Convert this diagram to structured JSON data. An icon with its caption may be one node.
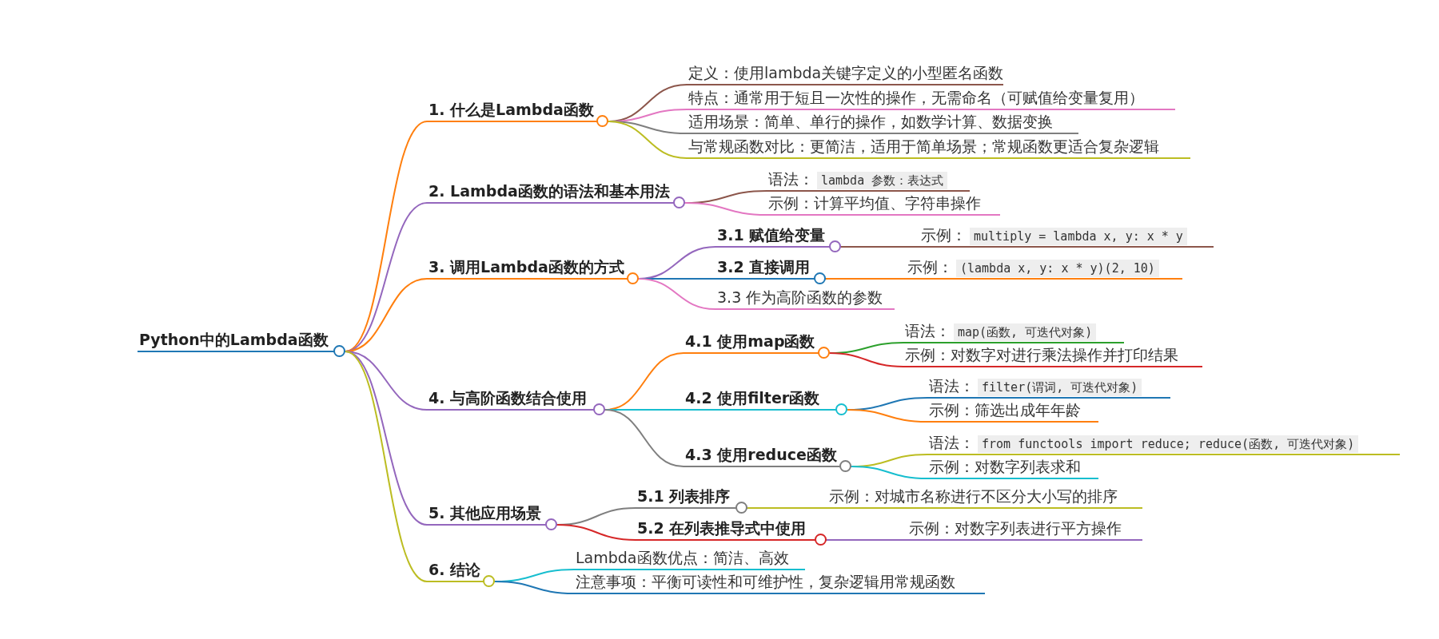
{
  "diagram": {
    "nodes": [
      {
        "text": [
          "Python中的Lambda函数"
        ]
      },
      {
        "text": [
          "1. 什么是Lambda函数"
        ]
      },
      {
        "text": [
          "定义：使用lambda关键字定义的小型匿名函数"
        ]
      },
      {
        "text": [
          "特点：通常用于短且一次性的操作，无需命名（可赋值给变量复用）"
        ]
      },
      {
        "text": [
          "适用场景：简单、单行的操作，如数学计算、数据变换"
        ]
      },
      {
        "text": [
          "与常规函数对比：更简洁，适用于简单场景；常规函数更适合复杂逻辑"
        ]
      },
      {
        "text": [
          "2. Lambda函数的语法和基本用法"
        ]
      },
      {
        "text": [
          "语法：",
          "lambda 参数：表达式"
        ]
      },
      {
        "text": [
          "示例：计算平均值、字符串操作"
        ]
      },
      {
        "text": [
          "3. 调用Lambda函数的方式"
        ]
      },
      {
        "text": [
          "3.1 赋值给变量"
        ]
      },
      {
        "text": [
          "示例：",
          "multiply = lambda x, y: x * y"
        ]
      },
      {
        "text": [
          "3.2 直接调用"
        ]
      },
      {
        "text": [
          "示例：",
          "(lambda x, y: x * y)(2, 10)"
        ]
      },
      {
        "text": [
          "3.3 作为高阶函数的参数"
        ]
      },
      {
        "text": [
          "4. 与高阶函数结合使用"
        ]
      },
      {
        "text": [
          "4.1 使用map函数"
        ]
      },
      {
        "text": [
          "语法：",
          "map(函数, 可迭代对象)"
        ]
      },
      {
        "text": [
          "示例：对数字对进行乘法操作并打印结果"
        ]
      },
      {
        "text": [
          "4.2 使用filter函数"
        ]
      },
      {
        "text": [
          "语法：",
          "filter(谓词, 可迭代对象)"
        ]
      },
      {
        "text": [
          "示例：筛选出成年年龄"
        ]
      },
      {
        "text": [
          "4.3 使用reduce函数"
        ]
      },
      {
        "text": [
          "语法：",
          "from functools import reduce; reduce(函数, 可迭代对象)"
        ]
      },
      {
        "text": [
          "示例：对数字列表求和"
        ]
      },
      {
        "text": [
          "5. 其他应用场景"
        ]
      },
      {
        "text": [
          "5.1 列表排序"
        ]
      },
      {
        "text": [
          "示例：对城市名称进行不区分大小写的排序"
        ]
      },
      {
        "text": [
          "5.2 在列表推导式中使用"
        ]
      },
      {
        "text": [
          "示例：对数字列表进行平方操作"
        ]
      },
      {
        "text": [
          "6. 结论"
        ]
      },
      {
        "text": [
          "Lambda函数优点：简洁、高效"
        ]
      },
      {
        "text": [
          "注意事项：平衡可读性和可维护性，复杂逻辑用常规函数"
        ]
      }
    ],
    "edges": [
      {
        "from": 0,
        "to": 1,
        "arrow": "none",
        "color": "#ff7f0e"
      },
      {
        "from": 1,
        "to": 2,
        "arrow": "none",
        "color": "#8c564b"
      },
      {
        "from": 1,
        "to": 3,
        "arrow": "none",
        "color": "#e377c2"
      },
      {
        "from": 1,
        "to": 4,
        "arrow": "none",
        "color": "#7f7f7f"
      },
      {
        "from": 1,
        "to": 5,
        "arrow": "none",
        "color": "#bcbd22"
      },
      {
        "from": 0,
        "to": 6,
        "arrow": "none",
        "color": "#9467bd"
      },
      {
        "from": 6,
        "to": 7,
        "arrow": "none",
        "color": "#8c564b"
      },
      {
        "from": 6,
        "to": 8,
        "arrow": "none",
        "color": "#e377c2"
      },
      {
        "from": 0,
        "to": 9,
        "arrow": "none",
        "color": "#ff7f0e"
      },
      {
        "from": 9,
        "to": 10,
        "arrow": "none",
        "color": "#9467bd"
      },
      {
        "from": 10,
        "to": 11,
        "arrow": "none",
        "color": "#8c564b"
      },
      {
        "from": 9,
        "to": 12,
        "arrow": "none",
        "color": "#1f77b4"
      },
      {
        "from": 12,
        "to": 13,
        "arrow": "none",
        "color": "#ff7f0e"
      },
      {
        "from": 9,
        "to": 14,
        "arrow": "none",
        "color": "#e377c2"
      },
      {
        "from": 0,
        "to": 15,
        "arrow": "none",
        "color": "#9467bd"
      },
      {
        "from": 15,
        "to": 16,
        "arrow": "none",
        "color": "#ff7f0e"
      },
      {
        "from": 16,
        "to": 17,
        "arrow": "none",
        "color": "#2ca02c"
      },
      {
        "from": 16,
        "to": 18,
        "arrow": "none",
        "color": "#d62728"
      },
      {
        "from": 15,
        "to": 19,
        "arrow": "none",
        "color": "#17becf"
      },
      {
        "from": 19,
        "to": 20,
        "arrow": "none",
        "color": "#1f77b4"
      },
      {
        "from": 19,
        "to": 21,
        "arrow": "none",
        "color": "#ff7f0e"
      },
      {
        "from": 15,
        "to": 22,
        "arrow": "none",
        "color": "#7f7f7f"
      },
      {
        "from": 22,
        "to": 23,
        "arrow": "none",
        "color": "#bcbd22"
      },
      {
        "from": 22,
        "to": 24,
        "arrow": "none",
        "color": "#17becf"
      },
      {
        "from": 0,
        "to": 25,
        "arrow": "none",
        "color": "#9467bd"
      },
      {
        "from": 25,
        "to": 26,
        "arrow": "none",
        "color": "#7f7f7f"
      },
      {
        "from": 26,
        "to": 27,
        "arrow": "none",
        "color": "#bcbd22"
      },
      {
        "from": 25,
        "to": 28,
        "arrow": "none",
        "color": "#d62728"
      },
      {
        "from": 28,
        "to": 29,
        "arrow": "none",
        "color": "#9467bd"
      },
      {
        "from": 0,
        "to": 30,
        "arrow": "none",
        "color": "#bcbd22"
      },
      {
        "from": 30,
        "to": 31,
        "arrow": "none",
        "color": "#17becf"
      },
      {
        "from": 30,
        "to": 32,
        "arrow": "none",
        "color": "#1f77b4"
      }
    ]
  }
}
